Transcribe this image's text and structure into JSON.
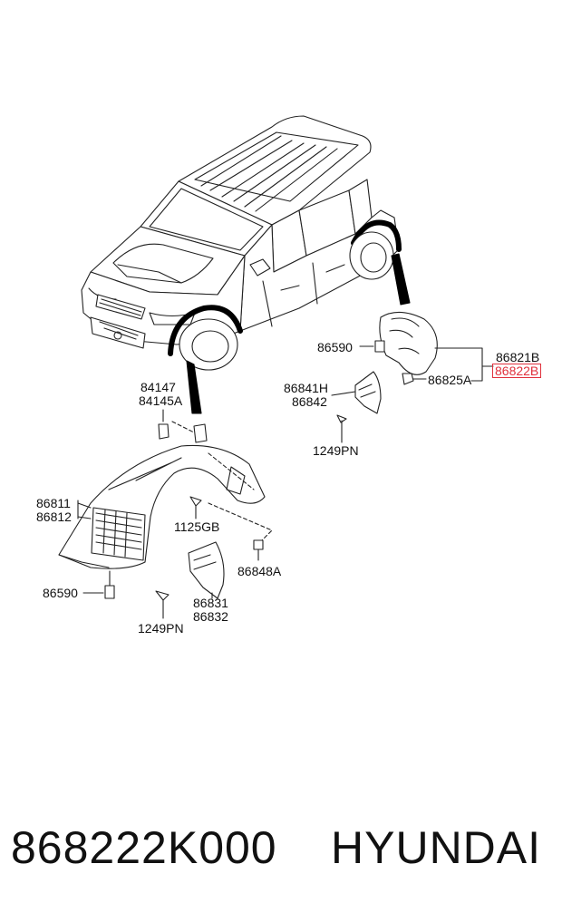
{
  "diagram": {
    "labels": {
      "front_mount_a": "84147",
      "front_mount_b": "84145A",
      "front_guard_a": "86811",
      "front_guard_b": "86812",
      "front_clip": "86590",
      "front_screw": "1125GB",
      "front_flap_clip": "86848A",
      "front_flap_a": "86831",
      "front_flap_b": "86832",
      "front_bolt": "1249PN",
      "rear_clip": "86590",
      "rear_guard_a": "86821B",
      "rear_guard_b": "86822B",
      "rear_nut": "86825A",
      "rear_flap_a": "86841H",
      "rear_flap_b": "86842",
      "rear_bolt": "1249PN"
    },
    "highlight_color": "#e0303c"
  },
  "footer": {
    "part_number": "868222K000",
    "brand": "HYUNDAI"
  }
}
